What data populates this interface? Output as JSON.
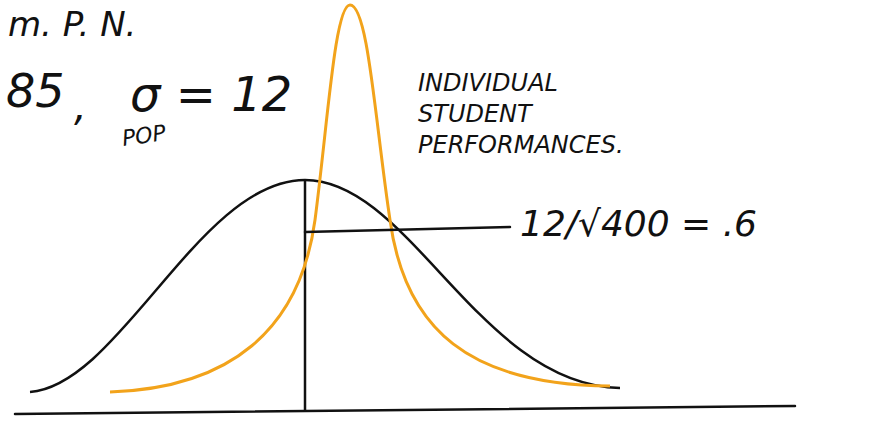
{
  "diagram": {
    "labels": [
      "m. P. N.",
      "85",
      ",",
      "σ = 12",
      "POP",
      "INDIVIDUAL STUDENT PERFORMANCES.",
      "12/√400 = .6"
    ]
  }
}
